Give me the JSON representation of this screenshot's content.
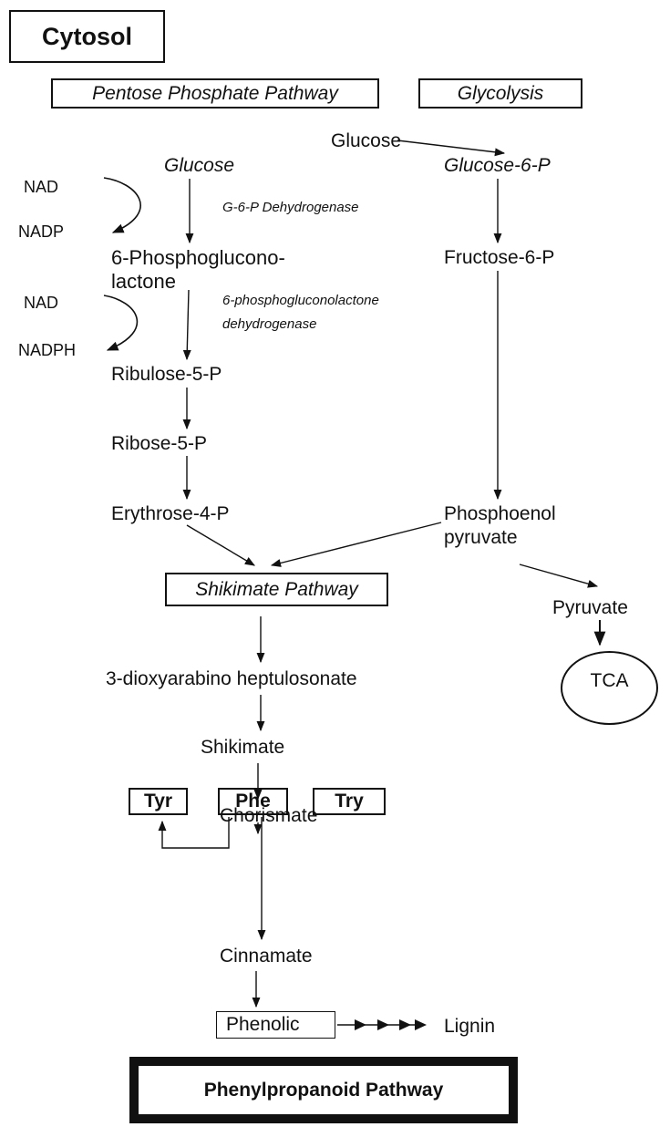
{
  "compartment": "Cytosol",
  "pathways": {
    "ppp": "Pentose Phosphate Pathway",
    "glycolysis": "Glycolysis",
    "shikimate": "Shikimate Pathway",
    "phenylpropanoid": "Phenylpropanoid Pathway"
  },
  "metabolites": {
    "glucose_ppp": "Glucose",
    "glucose": "Glucose",
    "glucose_6_p": "Glucose-6-P",
    "phosphoglucono_1": "6-Phosphoglucono-",
    "phosphoglucono_2": "lactone",
    "fructose_6_p": "Fructose-6-P",
    "ribulose_5_p": "Ribulose-5-P",
    "ribose_5_p": "Ribose-5-P",
    "erythrose_4_p": "Erythrose-4-P",
    "pep_1": "Phosphoenol",
    "pep_2": "pyruvate",
    "pyruvate": "Pyruvate",
    "tca": "TCA",
    "dahp": "3-dioxyarabino heptulosonate",
    "shikimate": "Shikimate",
    "chorismate": "Chorismate",
    "tyr": "Tyr",
    "phe": "Phe",
    "try": "Try",
    "cinnamate": "Cinnamate",
    "phenolic": "Phenolic",
    "lignin": "Lignin"
  },
  "enzymes": {
    "g6pd": "G-6-P Dehydrogenase",
    "pgl_1": "6-phosphogluconolactone",
    "pgl_2": "dehydrogenase"
  },
  "cofactors": {
    "nad_1": "NAD",
    "nadp": "NADP",
    "nad_2": "NAD",
    "nadph": "NADPH"
  }
}
